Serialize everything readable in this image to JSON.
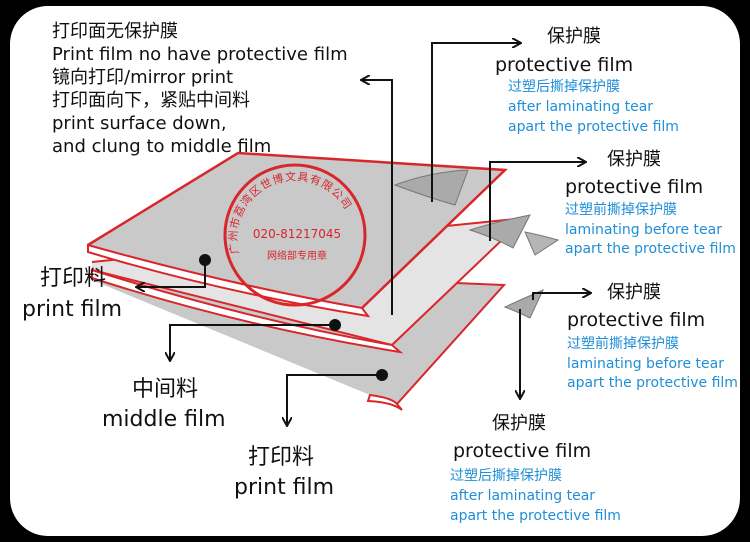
{
  "colors": {
    "sheet_edge": "#d8262b",
    "sheet_fill": "#c9c9c9",
    "blue_text": "#1e8fd8",
    "frame": "#000000"
  },
  "top_note": {
    "line1": "打印面无保护膜",
    "line2": "Print film no have protective film",
    "line3": "镜向打印/mirror   print",
    "line4": "打印面向下，紧贴中间料",
    "line5": "print surface down,",
    "line6": "and clung to middle film"
  },
  "stamp": {
    "company": "广州市荔湾区世博文具有限公司",
    "phone": "020-81217045",
    "label": "网络部专用章"
  },
  "labels": {
    "pf1": {
      "cn": "保护膜",
      "en": "protective film",
      "blue1": "过塑后撕掉保护膜",
      "blue2": "after laminating tear",
      "blue3": "apart the protective film"
    },
    "pf2": {
      "cn": "保护膜",
      "en": "protective film",
      "blue1": "过塑前撕掉保护膜",
      "blue2": "laminating before tear",
      "blue3": "apart the protective film"
    },
    "pf3": {
      "cn": "保护膜",
      "en": "protective film",
      "blue1": "过塑前撕掉保护膜",
      "blue2": "laminating before tear",
      "blue3": "apart the protective film"
    },
    "pf4": {
      "cn": "保护膜",
      "en": "protective film",
      "blue1": "过塑后撕掉保护膜",
      "blue2": "after laminating tear",
      "blue3": "apart the protective film"
    },
    "print_top": {
      "cn": "打印料",
      "en": "print film"
    },
    "middle": {
      "cn": "中间料",
      "en": "middle film"
    },
    "print_bottom": {
      "cn": "打印料",
      "en": "print film"
    }
  }
}
